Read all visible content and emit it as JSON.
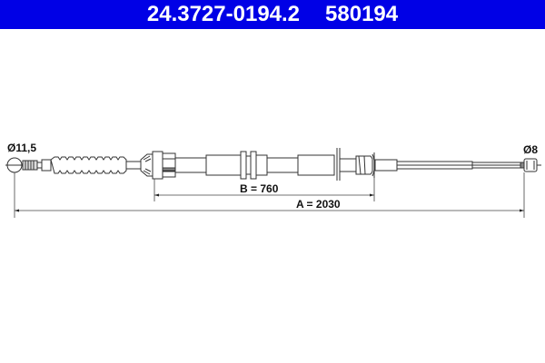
{
  "header": {
    "part_number": "24.3727-0194.2",
    "ref_number": "580194",
    "background_color": "#0000e6",
    "text_color": "#ffffff"
  },
  "drawing": {
    "type": "brake cable technical drawing",
    "left_end": {
      "label": "Ø11,5",
      "shape": "ball-end"
    },
    "right_end": {
      "label": "Ø8",
      "shape": "cylindrical-nipple"
    },
    "dimensions": {
      "B": {
        "label": "B = 760",
        "value": 760
      },
      "A": {
        "label": "A = 2030",
        "value": 2030
      }
    },
    "line_color": "#333333"
  }
}
